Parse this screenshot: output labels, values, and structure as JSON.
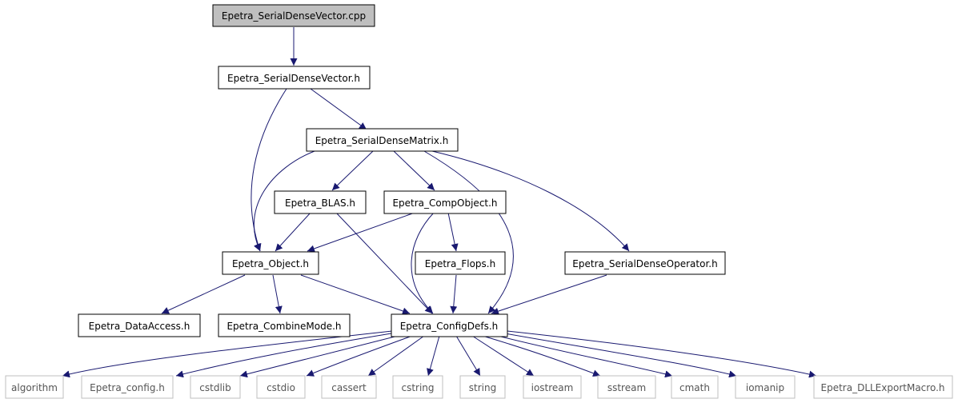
{
  "diagram": {
    "type": "include-dependency-graph",
    "nodes": {
      "root": "Epetra_SerialDenseVector.cpp",
      "sdv_h": "Epetra_SerialDenseVector.h",
      "sdm_h": "Epetra_SerialDenseMatrix.h",
      "blas_h": "Epetra_BLAS.h",
      "compobj_h": "Epetra_CompObject.h",
      "object_h": "Epetra_Object.h",
      "flops_h": "Epetra_Flops.h",
      "sdop_h": "Epetra_SerialDenseOperator.h",
      "dataaccess_h": "Epetra_DataAccess.h",
      "combinemode_h": "Epetra_CombineMode.h",
      "configdefs_h": "Epetra_ConfigDefs.h",
      "algorithm": "algorithm",
      "config_h": "Epetra_config.h",
      "cstdlib": "cstdlib",
      "cstdio": "cstdio",
      "cassert": "cassert",
      "cstring": "cstring",
      "string": "string",
      "iostream": "iostream",
      "sstream": "sstream",
      "cmath": "cmath",
      "iomanip": "iomanip",
      "dllexport_h": "Epetra_DLLExportMacro.h"
    },
    "colors": {
      "edge": "#191970",
      "root_fill": "#bfbfbf",
      "node_border": "#000000",
      "external_border": "#bfbfbf"
    }
  }
}
